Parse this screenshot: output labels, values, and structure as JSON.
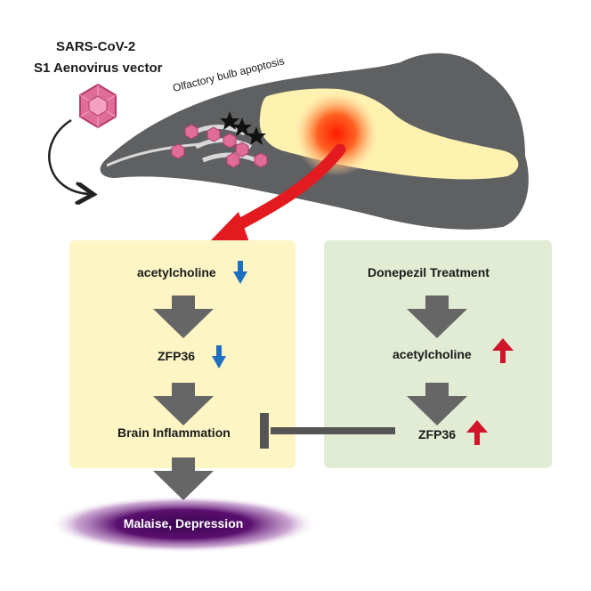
{
  "header": {
    "virus_line1": "SARS-CoV-2",
    "virus_line2": "S1 Aenovirus vector"
  },
  "brain": {
    "olfactory_label": "Olfactory bulb apoptosis"
  },
  "left_pathway": {
    "steps": [
      "acetylcholine",
      "ZFP36",
      "Brain Inflammation"
    ],
    "step_indicators": [
      "down",
      "down",
      "none"
    ],
    "outcome": "Malaise, Depression"
  },
  "right_pathway": {
    "steps": [
      "Donepezil Treatment",
      "acetylcholine",
      "ZFP36"
    ],
    "step_indicators": [
      "none",
      "up",
      "up"
    ]
  },
  "colors": {
    "left_panel": "#fdf5c4",
    "right_panel": "#e2ebd3",
    "down_arrow": "#1f6fc0",
    "up_arrow": "#d0142a",
    "flow_arrow": "#666666",
    "outcome_glow": "#5a0f6e",
    "virus": "#e06c98",
    "brain": "#5f6062",
    "bulb": "#fff2b0"
  }
}
